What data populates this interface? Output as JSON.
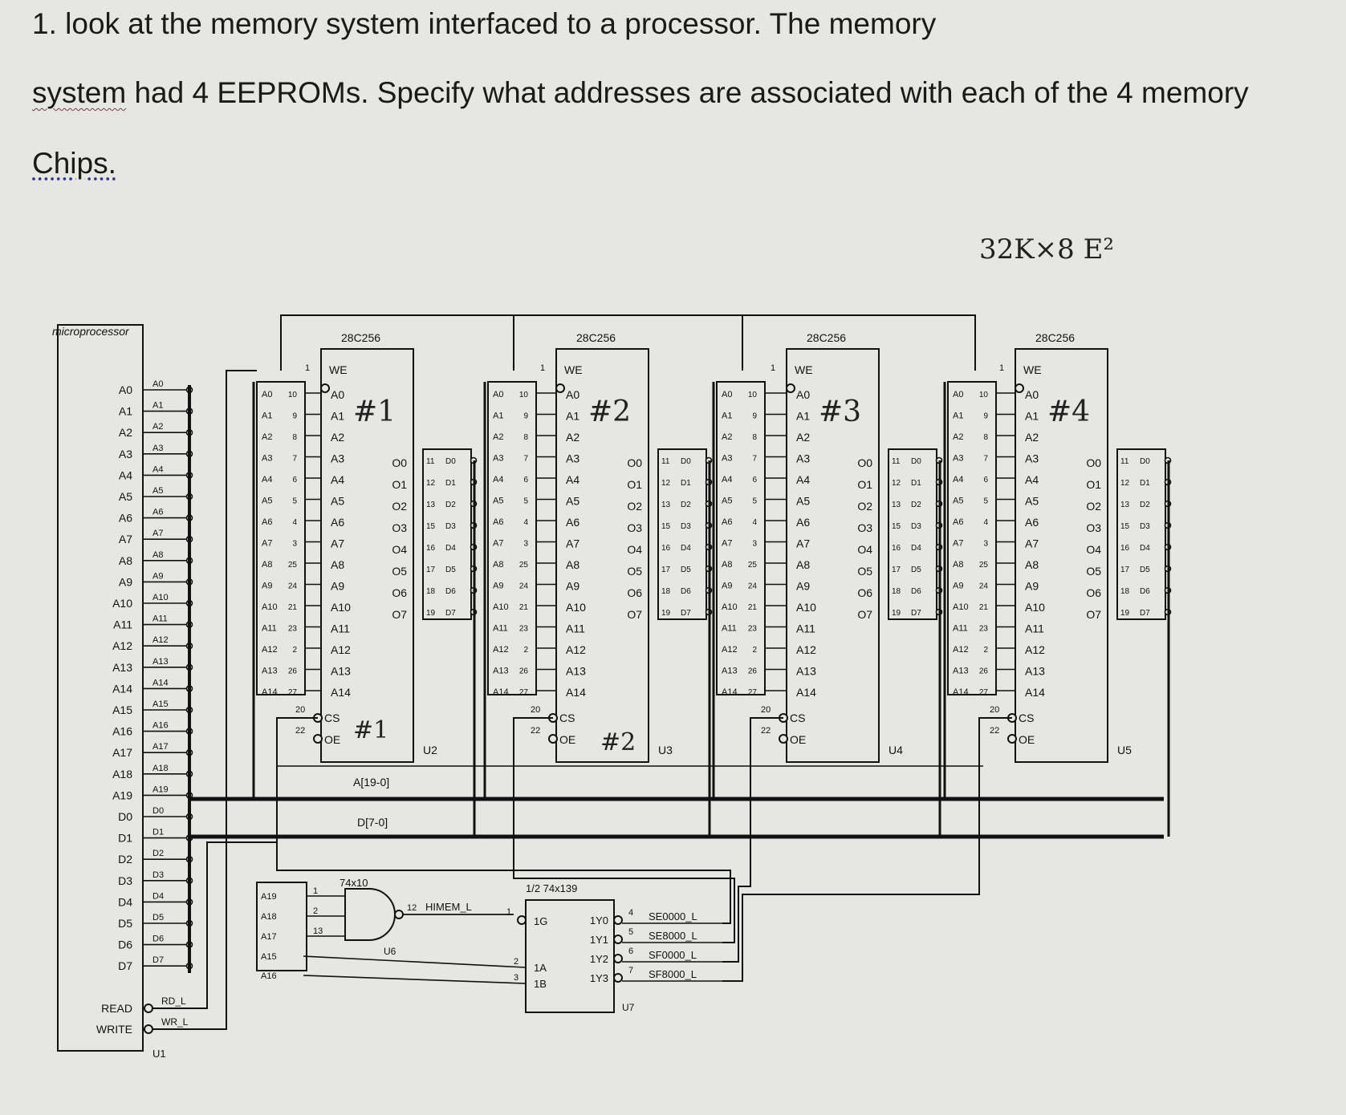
{
  "question": {
    "number": "1.",
    "line1": "look at the memory system interfaced to a processor. The memory",
    "line2_word1": "system",
    "line2_rest": " had 4 EEPROMs. Specify what addresses are associated with each of the 4 memory",
    "line3": "Chips."
  },
  "handwritten_note": "32K×8 E²",
  "microprocessor": {
    "title": "microprocessor",
    "ref": "U1",
    "address_pins": [
      "A0",
      "A1",
      "A2",
      "A3",
      "A4",
      "A5",
      "A6",
      "A7",
      "A8",
      "A9",
      "A10",
      "A11",
      "A12",
      "A13",
      "A14",
      "A15",
      "A16",
      "A17",
      "A18",
      "A19"
    ],
    "data_pins": [
      "D0",
      "D1",
      "D2",
      "D3",
      "D4",
      "D5",
      "D6",
      "D7"
    ],
    "control_pins": [
      "READ",
      "WRITE"
    ],
    "bus_labels_address": [
      "A0",
      "A1",
      "A2",
      "A3",
      "A4",
      "A5",
      "A6",
      "A7",
      "A8",
      "A9",
      "A10",
      "A11",
      "A12",
      "A13",
      "A14",
      "A15",
      "A16",
      "A17",
      "A18",
      "A19"
    ],
    "bus_labels_data": [
      "D0",
      "D1",
      "D2",
      "D3",
      "D4",
      "D5",
      "D6",
      "D7"
    ],
    "control_signals": [
      "RD_L",
      "WR_L"
    ]
  },
  "buses": {
    "address": "A[19-0]",
    "data": "D[7-0]"
  },
  "eeproms": [
    {
      "part": "28C256",
      "ref": "U2",
      "mark": "#1",
      "cs_mark": "#1",
      "oe_mark": ""
    },
    {
      "part": "28C256",
      "ref": "U3",
      "mark": "#2",
      "cs_mark": "",
      "oe_mark": "#2"
    },
    {
      "part": "28C256",
      "ref": "U4",
      "mark": "#3",
      "cs_mark": "",
      "oe_mark": ""
    },
    {
      "part": "28C256",
      "ref": "U5",
      "mark": "#4",
      "cs_mark": "",
      "oe_mark": ""
    }
  ],
  "eeprom_pins": {
    "left_labels": [
      "A0",
      "A1",
      "A2",
      "A3",
      "A4",
      "A5",
      "A6",
      "A7",
      "A8",
      "A9",
      "A10",
      "A11",
      "A12",
      "A13",
      "A14"
    ],
    "left_numbers": [
      "10",
      "9",
      "8",
      "7",
      "6",
      "5",
      "4",
      "3",
      "25",
      "24",
      "21",
      "23",
      "2",
      "26",
      "27"
    ],
    "inside_left": [
      "A0",
      "A1",
      "A2",
      "A3",
      "A4",
      "A5",
      "A6",
      "A7",
      "A8",
      "A9",
      "A10",
      "A11",
      "A12",
      "A13",
      "A14"
    ],
    "we": "WE",
    "we_pin": "1",
    "cs": "CS",
    "cs_pin": "20",
    "oe": "OE",
    "oe_pin": "22",
    "outputs": [
      "O0",
      "O1",
      "O2",
      "O3",
      "O4",
      "O5",
      "O6",
      "O7"
    ],
    "output_numbers": [
      "11",
      "12",
      "13",
      "15",
      "16",
      "17",
      "18",
      "19"
    ],
    "output_data": [
      "D0",
      "D1",
      "D2",
      "D3",
      "D4",
      "D5",
      "D6",
      "D7"
    ]
  },
  "nand": {
    "part": "74x10",
    "ref": "U6",
    "inputs": [
      "A19",
      "A18",
      "A17"
    ],
    "input_pins": [
      "1",
      "2",
      "13"
    ],
    "output_pin": "12",
    "output_signal": "HIMEM_L",
    "side_labels": [
      "A15",
      "A16"
    ]
  },
  "decoder": {
    "part": "1/2 74x139",
    "ref": "U7",
    "enable": "1G",
    "enable_pin": "1",
    "selects": [
      "1A",
      "1B"
    ],
    "select_pins": [
      "2",
      "3"
    ],
    "outputs": [
      "1Y0",
      "1Y1",
      "1Y2",
      "1Y3"
    ],
    "output_pins": [
      "4",
      "5",
      "6",
      "7"
    ],
    "output_signals": [
      "SE0000_L",
      "SE8000_L",
      "SF0000_L",
      "SF8000_L"
    ]
  }
}
